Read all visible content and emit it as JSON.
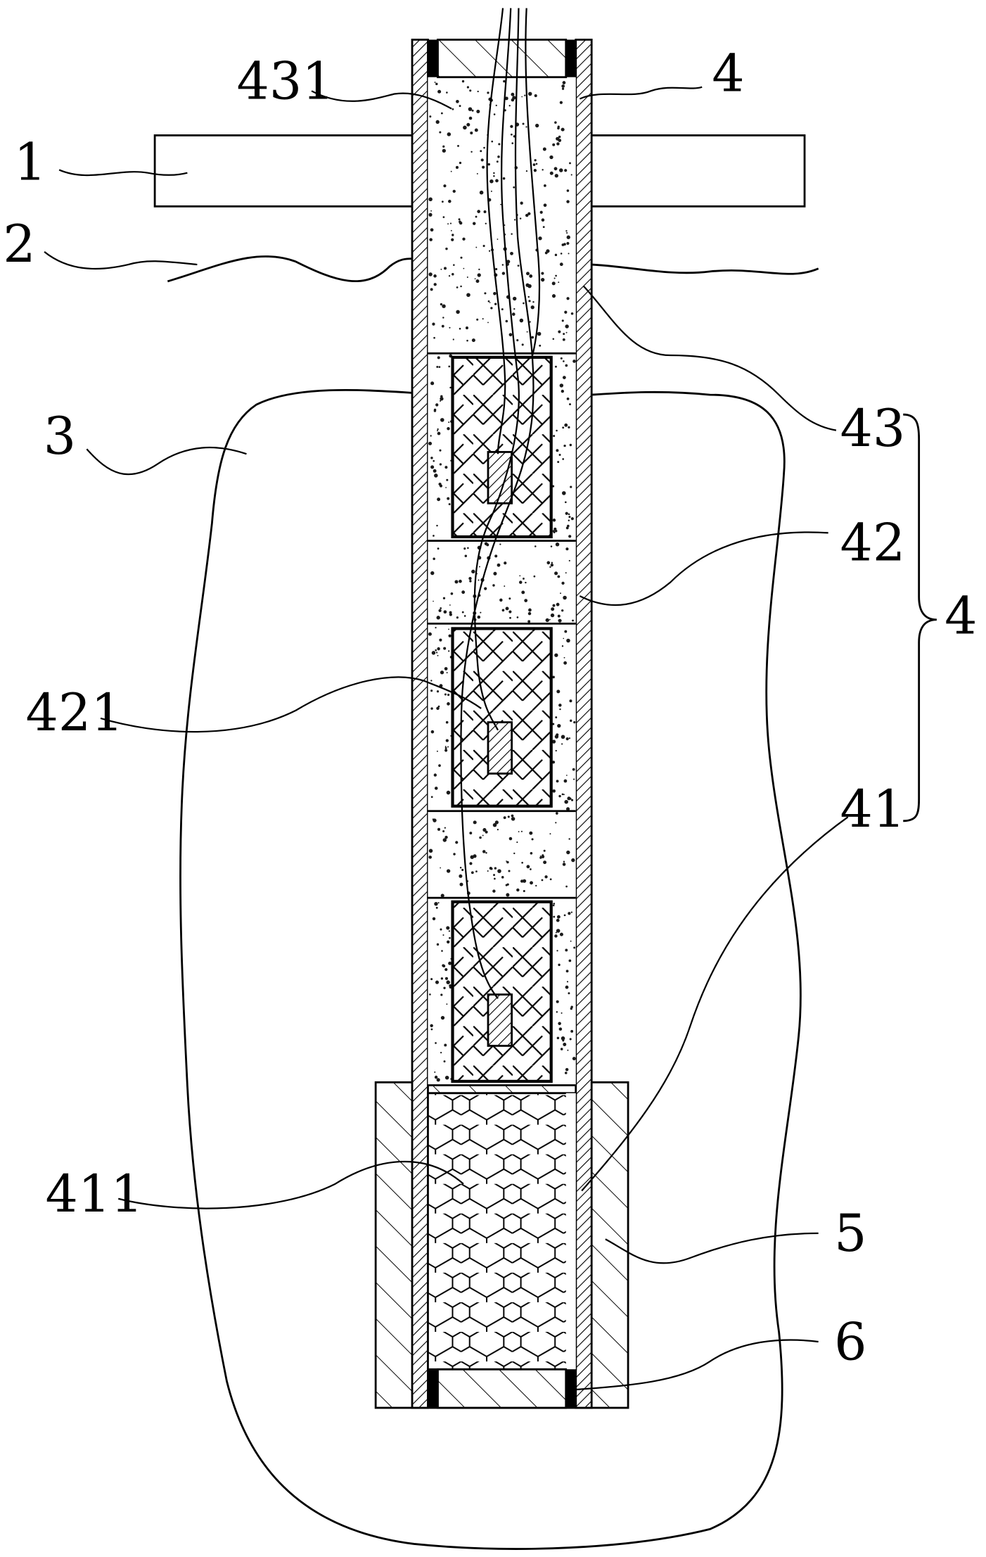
{
  "labels": {
    "l431": "431",
    "l4_top": "4",
    "l1": "1",
    "l2": "2",
    "l43": "43",
    "l3": "3",
    "l42": "42",
    "l4_brace": "4",
    "l421": "421",
    "l41": "41",
    "l411": "411",
    "l5": "5",
    "l6": "6"
  },
  "colors": {
    "line": "#000000",
    "background": "#ffffff",
    "speckle": "#1a1a1a"
  }
}
